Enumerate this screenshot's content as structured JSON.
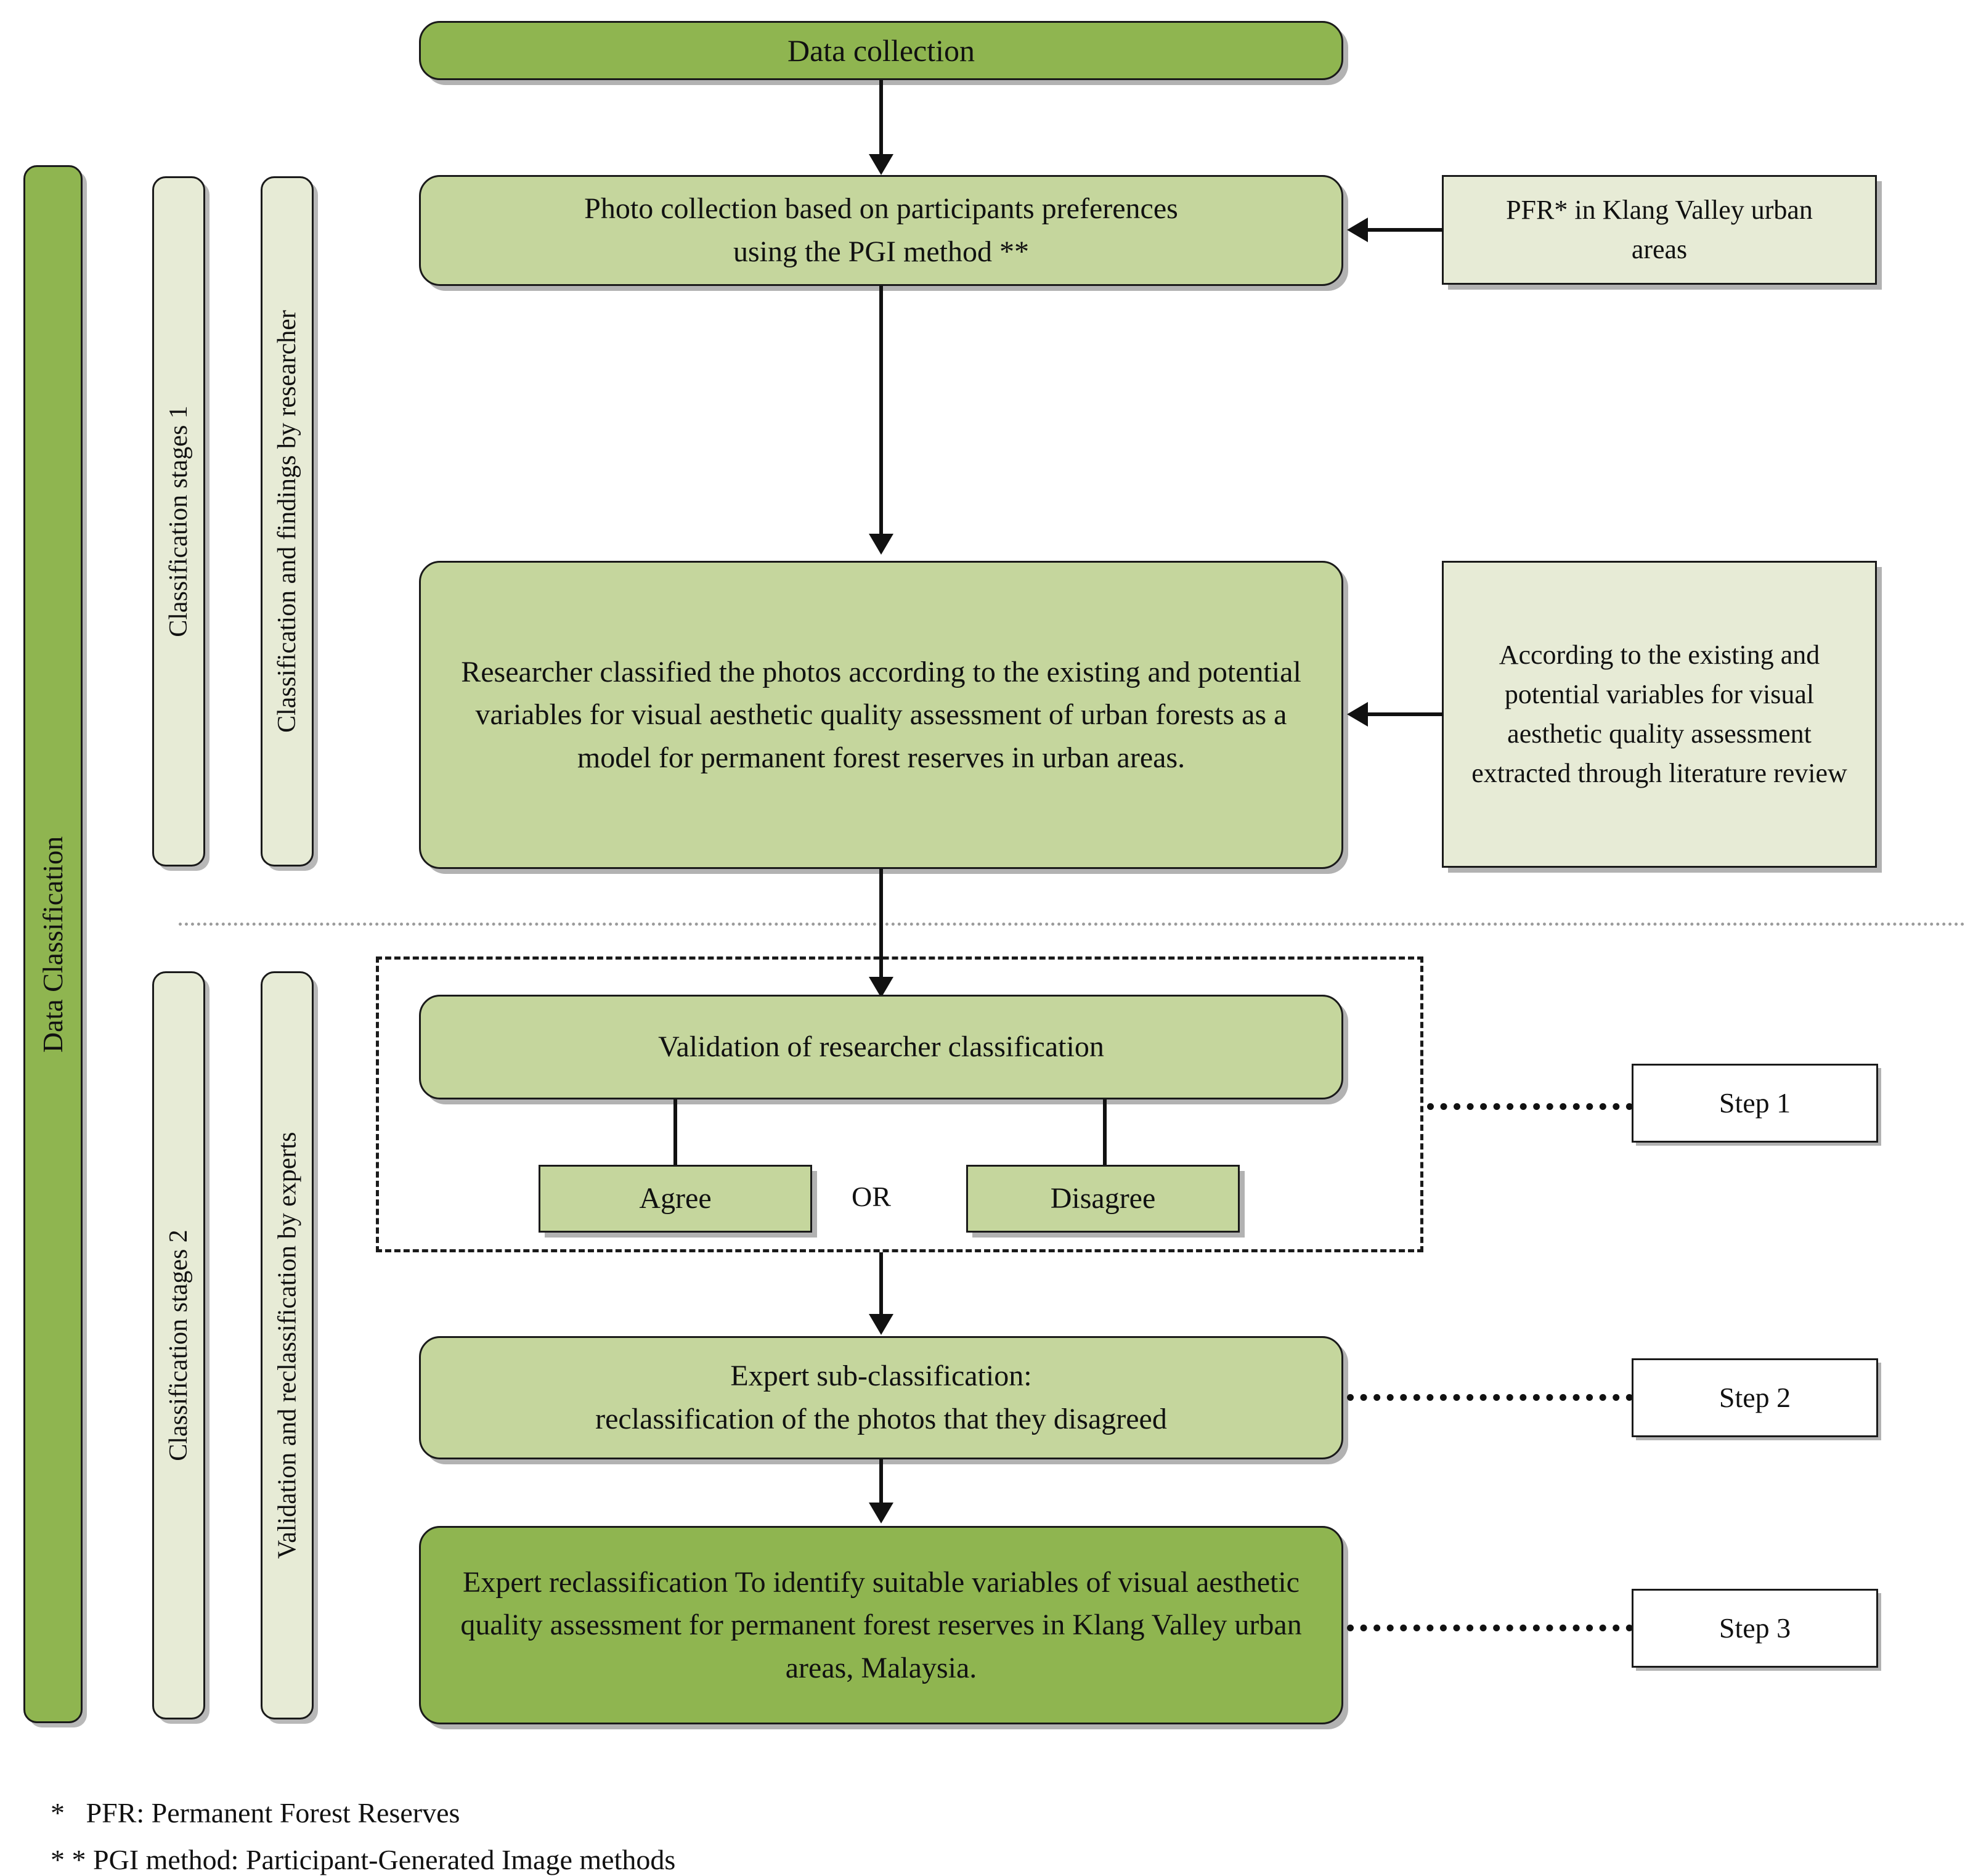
{
  "title": "Data Classification flowchart",
  "colors": {
    "dark_green": "#8FB550",
    "mid_green": "#C5D69D",
    "pale_green": "#E7EBD6",
    "outline": "#1A1A1A",
    "divider_gray": "#9B9B9B"
  },
  "vertical_bars": {
    "data_classification": "Data Classification",
    "classification_stages_1": "Classification stages 1",
    "classification_findings_researcher": "Classification and findings by researcher",
    "classification_stages_2": "Classification stages 2",
    "validation_reclassification_experts": "Validation and reclassification by experts"
  },
  "nodes": {
    "data_collection": "Data collection",
    "photo_collection": "Photo collection based on participants preferences\nusing the PGI method **",
    "pfr_klang": "PFR* in Klang Valley urban\nareas",
    "researcher_classified": "Researcher classified the photos according to the existing and potential variables for visual aesthetic quality assessment of urban forests as a model for permanent forest reserves in urban areas.",
    "according_to_existing": "According to the existing and potential variables for visual aesthetic quality assessment extracted through literature review",
    "validation": "Validation of researcher classification",
    "agree": "Agree",
    "or": "OR",
    "disagree": "Disagree",
    "expert_sub_classification": "Expert sub-classification:\nreclassification of the photos that they disagreed",
    "expert_reclassification": "Expert reclassification\nTo identify suitable variables of visual aesthetic quality assessment for permanent forest reserves in Klang Valley urban areas, Malaysia."
  },
  "steps": {
    "step1": "Step 1",
    "step2": "Step 2",
    "step3": "Step 3"
  },
  "footnotes": {
    "line1": "*   PFR: Permanent Forest Reserves",
    "line2": "* * PGI method: Participant-Generated Image methods"
  }
}
